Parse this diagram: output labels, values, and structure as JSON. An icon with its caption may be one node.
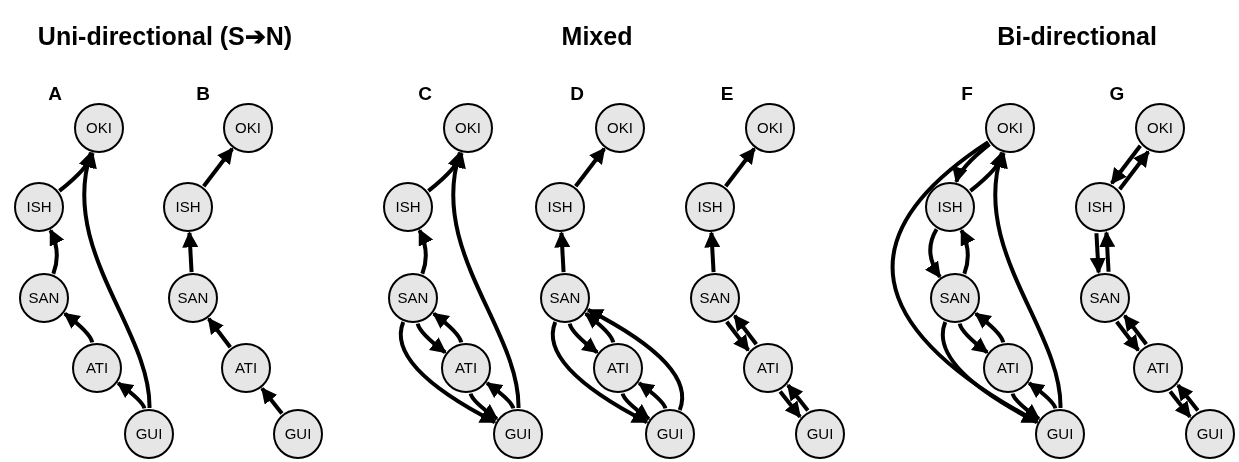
{
  "diagram": {
    "nodes": [
      {
        "text": [
          "OKI"
        ]
      },
      {
        "text": [
          "ISH"
        ]
      },
      {
        "text": [
          "SAN"
        ]
      },
      {
        "text": [
          "ATI"
        ]
      },
      {
        "text": [
          "GUI"
        ]
      },
      {
        "text": [
          "OKI"
        ]
      },
      {
        "text": [
          "ISH"
        ]
      },
      {
        "text": [
          "SAN"
        ]
      },
      {
        "text": [
          "ATI"
        ]
      },
      {
        "text": [
          "GUI"
        ]
      },
      {
        "text": [
          "OKI"
        ]
      },
      {
        "text": [
          "ISH"
        ]
      },
      {
        "text": [
          "SAN"
        ]
      },
      {
        "text": [
          "ATI"
        ]
      },
      {
        "text": [
          "GUI"
        ]
      },
      {
        "text": [
          "OKI"
        ]
      },
      {
        "text": [
          "ISH"
        ]
      },
      {
        "text": [
          "SAN"
        ]
      },
      {
        "text": [
          "ATI"
        ]
      },
      {
        "text": [
          "GUI"
        ]
      },
      {
        "text": [
          "OKI"
        ]
      },
      {
        "text": [
          "ISH"
        ]
      },
      {
        "text": [
          "SAN"
        ]
      },
      {
        "text": [
          "ATI"
        ]
      },
      {
        "text": [
          "GUI"
        ]
      },
      {
        "text": [
          "OKI"
        ]
      },
      {
        "text": [
          "ISH"
        ]
      },
      {
        "text": [
          "SAN"
        ]
      },
      {
        "text": [
          "ATI"
        ]
      },
      {
        "text": [
          "GUI"
        ]
      },
      {
        "text": [
          "OKI"
        ]
      },
      {
        "text": [
          "ISH"
        ]
      },
      {
        "text": [
          "SAN"
        ]
      },
      {
        "text": [
          "ATI"
        ]
      },
      {
        "text": [
          "GUI"
        ]
      }
    ],
    "edges": [
      {
        "from": 4,
        "to": 3,
        "arrow": "to"
      },
      {
        "from": 3,
        "to": 2,
        "arrow": "to"
      },
      {
        "from": 2,
        "to": 1,
        "arrow": "to"
      },
      {
        "from": 1,
        "to": 0,
        "arrow": "to"
      },
      {
        "from": 4,
        "to": 0,
        "arrow": "to"
      },
      {
        "from": 9,
        "to": 8,
        "arrow": "to"
      },
      {
        "from": 8,
        "to": 7,
        "arrow": "to"
      },
      {
        "from": 7,
        "to": 6,
        "arrow": "to"
      },
      {
        "from": 6,
        "to": 5,
        "arrow": "to"
      },
      {
        "from": 14,
        "to": 13,
        "arrow": "to"
      },
      {
        "from": 13,
        "to": 12,
        "arrow": "to"
      },
      {
        "from": 12,
        "to": 11,
        "arrow": "to"
      },
      {
        "from": 11,
        "to": 10,
        "arrow": "to"
      },
      {
        "from": 14,
        "to": 10,
        "arrow": "to"
      },
      {
        "from": 12,
        "to": 13,
        "arrow": "to"
      },
      {
        "from": 13,
        "to": 14,
        "arrow": "to"
      },
      {
        "from": 12,
        "to": 14,
        "arrow": "to"
      },
      {
        "from": 16,
        "to": 15,
        "arrow": "to"
      },
      {
        "from": 17,
        "to": 16,
        "arrow": "to"
      },
      {
        "from": 19,
        "to": 17,
        "arrow": "to"
      },
      {
        "from": 18,
        "to": 17,
        "arrow": "to"
      },
      {
        "from": 19,
        "to": 18,
        "arrow": "to"
      },
      {
        "from": 17,
        "to": 18,
        "arrow": "to"
      },
      {
        "from": 18,
        "to": 19,
        "arrow": "to"
      },
      {
        "from": 17,
        "to": 19,
        "arrow": "to"
      },
      {
        "from": 21,
        "to": 20,
        "arrow": "to"
      },
      {
        "from": 22,
        "to": 21,
        "arrow": "to"
      },
      {
        "from": 22,
        "to": 23,
        "arrow": "to"
      },
      {
        "from": 23,
        "to": 22,
        "arrow": "to"
      },
      {
        "from": 23,
        "to": 24,
        "arrow": "to"
      },
      {
        "from": 24,
        "to": 23,
        "arrow": "to"
      },
      {
        "from": 29,
        "to": 28,
        "arrow": "to"
      },
      {
        "from": 28,
        "to": 27,
        "arrow": "to"
      },
      {
        "from": 27,
        "to": 26,
        "arrow": "to"
      },
      {
        "from": 26,
        "to": 25,
        "arrow": "to"
      },
      {
        "from": 29,
        "to": 25,
        "arrow": "to"
      },
      {
        "from": 25,
        "to": 26,
        "arrow": "to"
      },
      {
        "from": 26,
        "to": 27,
        "arrow": "to"
      },
      {
        "from": 27,
        "to": 28,
        "arrow": "to"
      },
      {
        "from": 28,
        "to": 29,
        "arrow": "to"
      },
      {
        "from": 25,
        "to": 29,
        "arrow": "to"
      },
      {
        "from": 27,
        "to": 29,
        "arrow": "to"
      },
      {
        "from": 31,
        "to": 30,
        "arrow": "to"
      },
      {
        "from": 30,
        "to": 31,
        "arrow": "to"
      },
      {
        "from": 31,
        "to": 32,
        "arrow": "to"
      },
      {
        "from": 32,
        "to": 31,
        "arrow": "to"
      },
      {
        "from": 32,
        "to": 33,
        "arrow": "to"
      },
      {
        "from": 33,
        "to": 32,
        "arrow": "to"
      },
      {
        "from": 33,
        "to": 34,
        "arrow": "to"
      },
      {
        "from": 34,
        "to": 33,
        "arrow": "to"
      }
    ],
    "labels": [
      "Uni-directional (S➔N)",
      "Mixed",
      "Bi-directional",
      "A",
      "B",
      "C",
      "D",
      "E",
      "F",
      "G"
    ]
  }
}
